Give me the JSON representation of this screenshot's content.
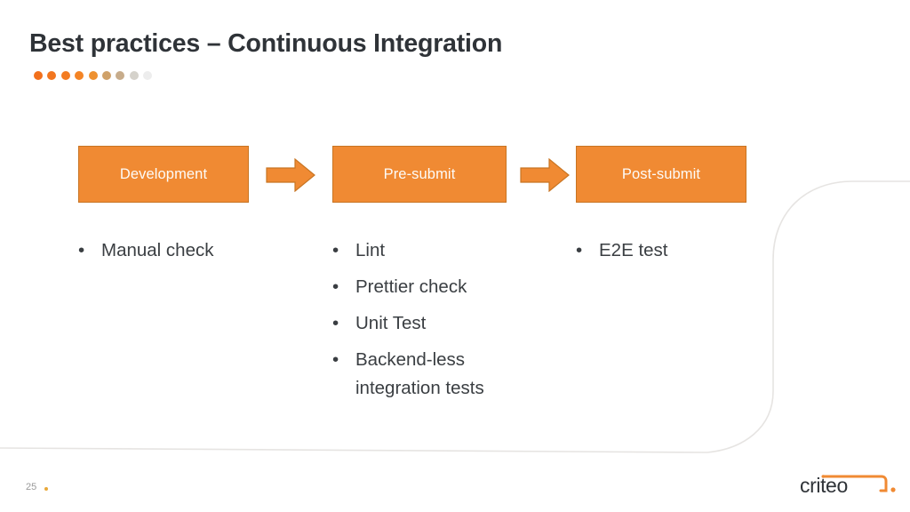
{
  "slide": {
    "title": "Best practices – Continuous Integration",
    "title_color": "#2F3338",
    "background_color": "#ffffff"
  },
  "progress_dots": {
    "count": 9,
    "colors": [
      "#F2701C",
      "#F2761F",
      "#F37C22",
      "#F48425",
      "#EE9130",
      "#CFA169",
      "#C7AC8B",
      "#D5D2CB",
      "#EDEDED"
    ]
  },
  "flow": {
    "accent_fill": "#F08A33",
    "accent_border": "#C87523",
    "label_color": "#FDFBF8",
    "stages": [
      {
        "label": "Development"
      },
      {
        "label": "Pre-submit"
      },
      {
        "label": "Post-submit"
      }
    ],
    "arrows": [
      {
        "name": "arrow-development-to-presubmit"
      },
      {
        "name": "arrow-presubmit-to-postsubmit"
      }
    ]
  },
  "columns": [
    {
      "stage": "Development",
      "bullet_marker": "•",
      "items": [
        "Manual check"
      ]
    },
    {
      "stage": "Pre-submit",
      "bullet_marker": "•",
      "items": [
        "Lint",
        "Prettier check",
        "Unit Test",
        "Backend-less integration tests"
      ]
    },
    {
      "stage": "Post-submit",
      "bullet_marker": "•",
      "items": [
        "E2E test"
      ]
    }
  ],
  "footer": {
    "page_number": "25",
    "page_dot_color": "#E8A93A",
    "logo": {
      "wordmark": "criteo",
      "text_color": "#2F3338",
      "accent_color": "#F08A33",
      "name": "criteo-logo"
    }
  },
  "decor": {
    "curve_color": "#E6E4E2",
    "name": "decorative-swoosh"
  }
}
